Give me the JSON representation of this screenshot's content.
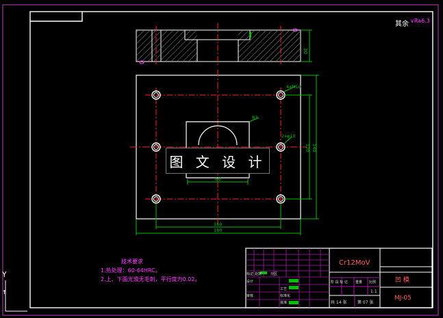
{
  "roughness_label": "其余",
  "roughness_value": "Ra6.3",
  "watermark": "图 文 设 计",
  "top_view": {
    "dim_height": "30"
  },
  "plan_view": {
    "holes_callout": "4xM10",
    "pin_callout": "2xφ10",
    "radius": "R3",
    "pocket_width": "60",
    "dim_inner_w": "160",
    "dim_outer_w": "180",
    "dim_inner_h": "120",
    "dim_outer_h": "140"
  },
  "notes": {
    "title": "技术要求",
    "line1": "1.热处理：60-64HRC。",
    "line2": "2.上、下面光滑无毛刺，平行度为0.02。"
  },
  "title_block": {
    "material": "Cr12MoV",
    "part_name": "凹  模",
    "drawing_no": "MJ-05",
    "scale": "1:1",
    "sheets_total": "共 14 张",
    "sheet_no": "第 07 张",
    "row_labels": [
      "标记",
      "处数",
      "分区",
      "设计",
      "审核",
      "工艺"
    ],
    "col_labels": [
      "阶 段 标 记",
      "重量",
      "比例"
    ],
    "approval_labels": [
      "标准化",
      "批准"
    ]
  },
  "ucs": {
    "y_label": "Y",
    "arrow": "↑"
  },
  "colors": {
    "background": "#000000",
    "frame": "#ffffff",
    "outer_frame": "#c040c0",
    "center_line": "#ff2020",
    "dimension": "#00c000",
    "hatch": "#ffffff",
    "annotation": "#ff40ff",
    "title_grid": "#a020a0"
  }
}
